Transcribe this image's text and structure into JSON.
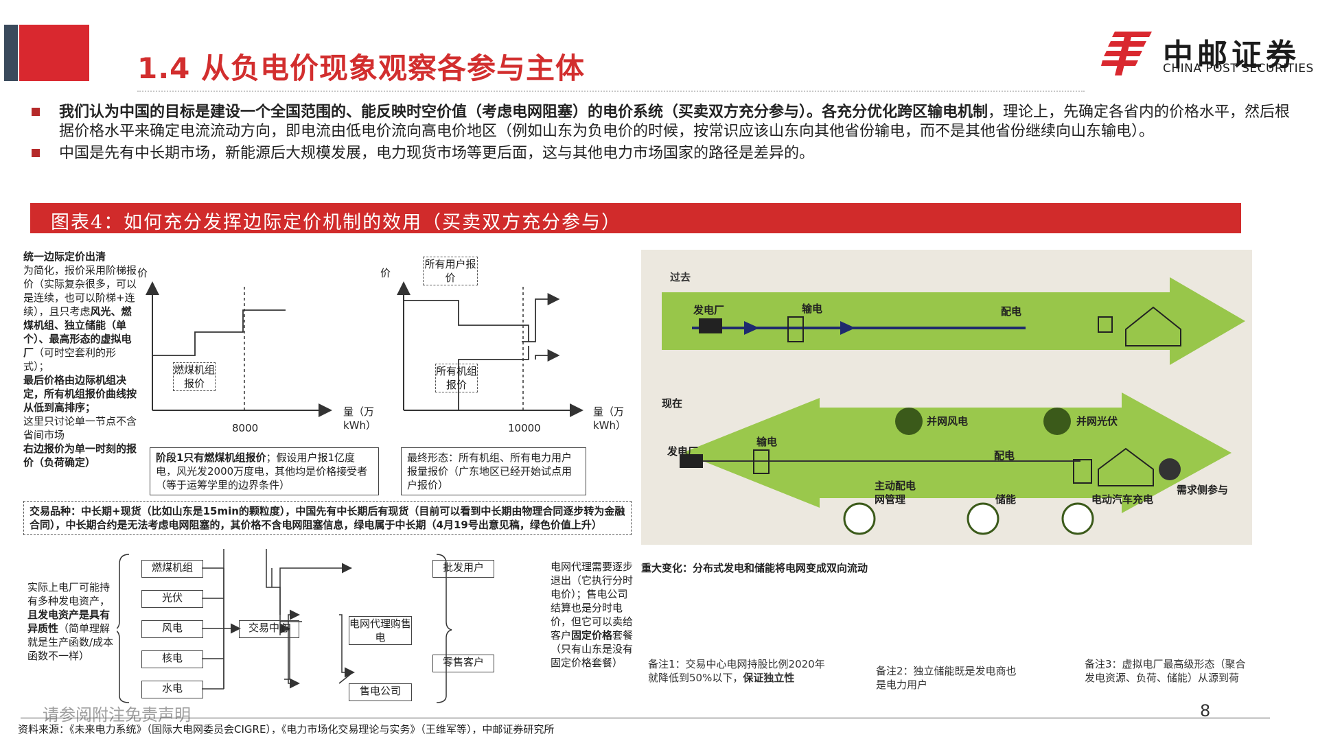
{
  "header": {
    "title": "1.4 从负电价现象观察各参与主体",
    "logo_cn": "中邮证券",
    "logo_en": "CHINA POST SECURITIES",
    "brand_red": "#d9282f"
  },
  "bullets": [
    {
      "bold": "我们认为中国的目标是建设一个全国范围的、能反映时空价值（考虑电网阻塞）的电价系统（买卖双方充分参与）。各充分优化跨区输电机制",
      "text": "，理论上，先确定各省内的价格水平，然后根据价格水平来确定电流流动方向，即电流由低电价流向高电价地区（例如山东为负电价的时候，按常识应该山东向其他省份输电，而不是其他省份继续向山东输电）。"
    },
    {
      "bold": "",
      "text": "中国是先有中长期市场，新能源后大规模发展，电力现货市场等更后面，这与其他电力市场国家的路径是差异的。"
    }
  ],
  "figure": {
    "title": "图表4：如何充分发挥边际定价机制的效用（买卖双方充分参与）"
  },
  "left_notes": {
    "heading": "统一边际定价出清",
    "p1": "为简化，报价采用阶梯报价（实际复杂很多，可以是连续，也可以阶梯+连续），且只考虑",
    "p1_bold": "风光、燃煤机组、独立储能（单个）、最高形态的虚拟电厂",
    "p1_end": "（可时空套利的形式）；",
    "p2_bold": "最后价格由边际机组决定，所有机组报价曲线按从低到高排序；",
    "p3": "这里只讨论单一节点不含省间市场",
    "p4_bold": "右边报价为单一时刻的报价（负荷确定）"
  },
  "chart1": {
    "ylabel": "价",
    "xlabel": "量（万kWh）",
    "tick": "8000",
    "box_label": "燃煤机组报价"
  },
  "chart2": {
    "ylabel": "价",
    "xlabel": "量（万kWh）",
    "tick": "10000",
    "top_label": "所有用户报价",
    "box_label": "所有机组报价"
  },
  "stage_boxes": {
    "stage1_bold": "阶段1只有燃煤机组报价",
    "stage1_text": "；假设用户报1亿度电，风光发2000万度电，其他均是价格接受者（等于运筹学里的边界条件）",
    "final": "最终形态：所有机组、所有电力用户报量报价（广东地区已经开始试点用户报价）"
  },
  "trade_box": {
    "text": "交易品种：中长期+现货（比如山东是15min的颗粒度），中国先有中长期后有现货（目前可以看到中长期由物理合同逐步转为金融合同），中长期合约是无法考虑电网阻塞的，其价格不含电网阻塞信息，绿电属于中长期（4月19号出意见稿，绿色价值上升）"
  },
  "flow": {
    "left_note": "实际上电厂可能持有多种发电资产，",
    "left_note_bold": "且发电资产是具有异质性",
    "left_note_end": "（简单理解就是生产函数/成本函数不一样）",
    "sources": [
      "燃煤机组",
      "光伏",
      "风电",
      "核电",
      "水电"
    ],
    "center": "交易中心",
    "grid_agent": "电网代理购售电",
    "retailer": "售电公司",
    "wholesale": "批发用户",
    "retail": "零售客户",
    "right_note": "电网代理需要逐步退出（它执行分时电价）；售电公司结算也是分时电价，但它可以卖给客户",
    "right_note_bold": "固定价格",
    "right_note_end": "套餐（只有山东是没有固定价格套餐）"
  },
  "photo": {
    "past": "过去",
    "now": "现在",
    "plant": "发电厂",
    "transmission": "输电",
    "distribution": "配电",
    "wind": "并网风电",
    "solar": "并网光伏",
    "active_grid": "主动配电网管理",
    "storage": "储能",
    "ev": "电动汽车充电",
    "demand": "需求侧参与",
    "caption": "重大变化：分布式发电和储能将电网变成双向流动"
  },
  "remarks": {
    "r1": "备注1：交易中心电网持股比例2020年就降低到50%以下，",
    "r1_bold": "保证独立性",
    "r2": "备注2：独立储能既是发电商也是电力用户",
    "r3": "备注3：虚拟电厂最高级形态（聚合发电资源、负荷、储能）从源到荷"
  },
  "footer": {
    "source": "资料来源：《未来电力系统》（国际大电网委员会CIGRE），《电力市场化交易理论与实务》（王维军等），中邮证券研究所",
    "watermark": "请参阅附注免责声明",
    "page": "8"
  }
}
